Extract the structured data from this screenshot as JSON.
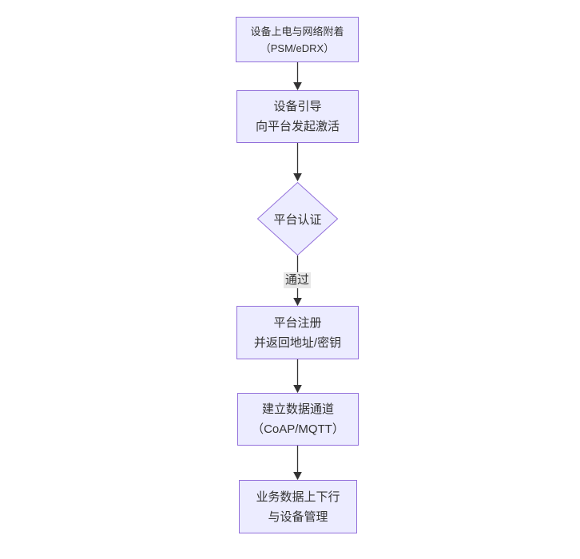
{
  "diagram": {
    "type": "flowchart-top-down",
    "colors": {
      "canvas_bg": "#ffffff",
      "node_fill": "#ECECFF",
      "node_border": "#9370DB",
      "edge_color": "#333333",
      "text_color": "#333333",
      "edge_label_bg": "#e8e8e8"
    },
    "nodes": [
      {
        "id": "A",
        "type": "rect",
        "lines": [
          "设备上电与网络附着",
          "（PSM/eDRX）"
        ]
      },
      {
        "id": "B",
        "type": "rect",
        "lines": [
          "设备引导",
          "向平台发起激活"
        ]
      },
      {
        "id": "C",
        "type": "diamond",
        "lines": [
          "平台认证"
        ]
      },
      {
        "id": "D",
        "type": "rect",
        "lines": [
          "平台注册",
          "并返回地址/密钥"
        ]
      },
      {
        "id": "E",
        "type": "rect",
        "lines": [
          "建立数据通道",
          "（CoAP/MQTT）"
        ]
      },
      {
        "id": "F",
        "type": "rect",
        "lines": [
          "业务数据上下行",
          "与设备管理"
        ]
      }
    ],
    "edges": [
      {
        "from": "A",
        "to": "B",
        "label": ""
      },
      {
        "from": "B",
        "to": "C",
        "label": ""
      },
      {
        "from": "C",
        "to": "D",
        "label": "通过"
      },
      {
        "from": "D",
        "to": "E",
        "label": ""
      },
      {
        "from": "E",
        "to": "F",
        "label": ""
      }
    ]
  }
}
